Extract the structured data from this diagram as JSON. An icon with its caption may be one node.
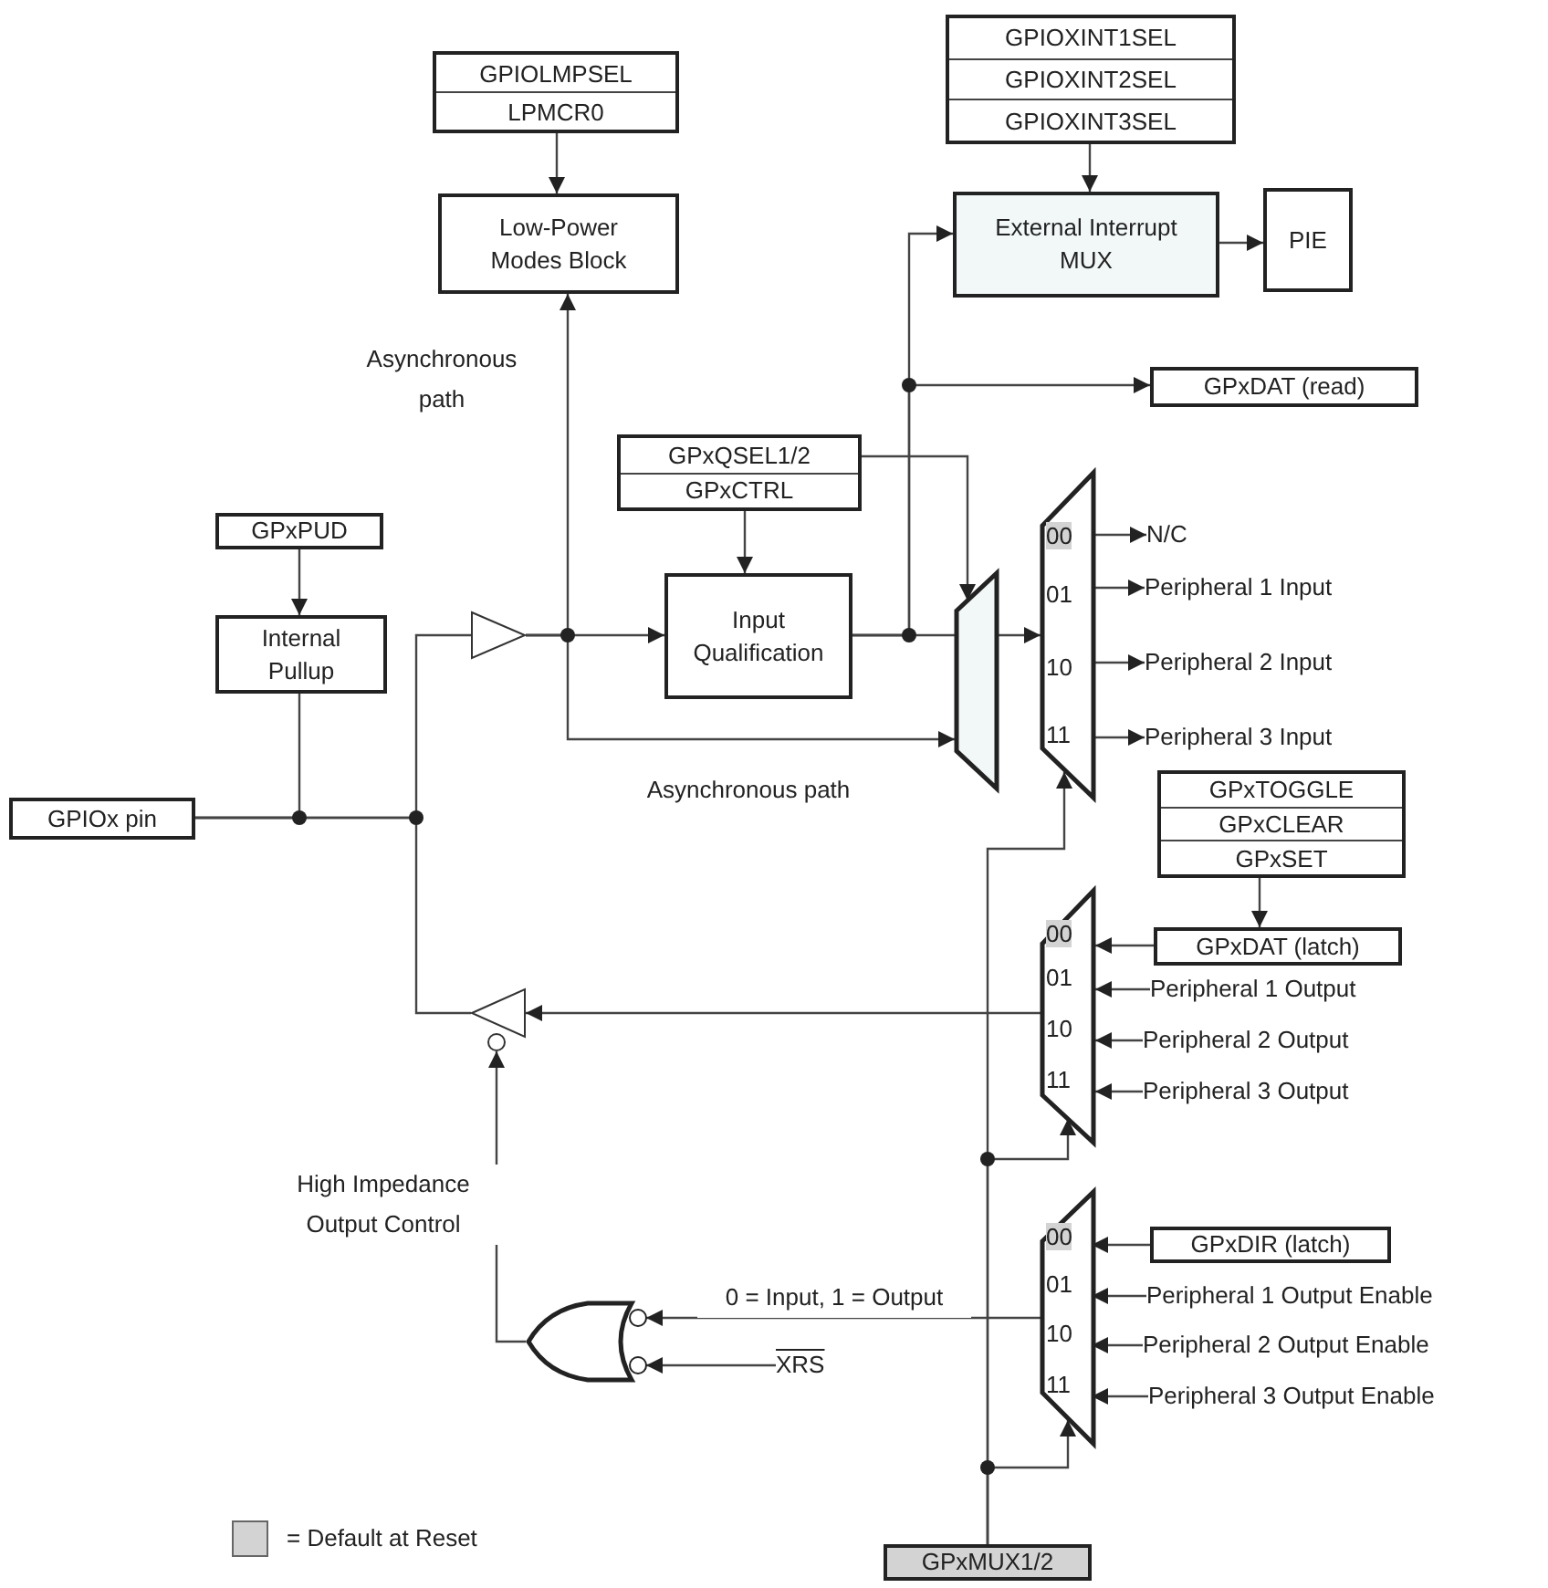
{
  "diagram": {
    "nodes": [
      {
        "text": [
          "GPIOLMPSEL",
          "LPMCR0"
        ]
      },
      {
        "text": [
          "Low-Power Modes Block"
        ]
      },
      {
        "text": [
          "GPIOXINT1SEL",
          "GPIOXINT2SEL",
          "GPIOXINT3SEL"
        ]
      },
      {
        "text": [
          "External Interrupt MUX"
        ]
      },
      {
        "text": [
          "PIE"
        ]
      },
      {
        "text": [
          "GPxDAT (read)"
        ]
      },
      {
        "text": [
          "GPxQSEL1/2",
          "GPxCTRL"
        ]
      },
      {
        "text": [
          "Input Qualification"
        ]
      },
      {
        "text": [
          "GPxPUD"
        ]
      },
      {
        "text": [
          "Internal Pullup"
        ]
      },
      {
        "text": [
          "GPIOx pin"
        ]
      },
      {
        "text": [],
        "shape": "triangle"
      },
      {
        "text": [],
        "shape": "trapezoid"
      },
      {
        "text": [
          "00",
          "01",
          "10",
          "11"
        ]
      },
      {
        "text": [
          "N/C"
        ]
      },
      {
        "text": [
          "Peripheral 1 Input"
        ]
      },
      {
        "text": [
          "Peripheral 2 Input"
        ]
      },
      {
        "text": [
          "Peripheral 3 Input"
        ]
      },
      {
        "text": [
          "GPxTOGGLE",
          "GPxCLEAR",
          "GPxSET"
        ]
      },
      {
        "text": [
          "GPxDAT (latch)"
        ]
      },
      {
        "text": [
          "00",
          "01",
          "10",
          "11"
        ]
      },
      {
        "text": [
          "Peripheral 1 Output"
        ]
      },
      {
        "text": [
          "Peripheral 2 Output"
        ]
      },
      {
        "text": [
          "Peripheral 3 Output"
        ]
      },
      {
        "text": [],
        "shape": "triangle"
      },
      {
        "text": [],
        "shape": "gate"
      },
      {
        "text": [
          "XRS"
        ]
      },
      {
        "text": [
          "00",
          "01",
          "10",
          "11"
        ]
      },
      {
        "text": [
          "GPxDIR (latch)"
        ]
      },
      {
        "text": [
          "Peripheral 1 Output Enable"
        ]
      },
      {
        "text": [
          "Peripheral 2 Output Enable"
        ]
      },
      {
        "text": [
          "Peripheral 3 Output Enable"
        ]
      },
      {
        "text": [
          "GPxMUX1/2"
        ]
      }
    ],
    "edges": [
      {
        "from": 0,
        "to": 1,
        "arrow": "to"
      },
      {
        "from": 2,
        "to": 3,
        "arrow": "to"
      },
      {
        "from": 3,
        "to": 4,
        "arrow": "to"
      },
      {
        "from": 6,
        "to": 7,
        "arrow": "to"
      },
      {
        "from": 6,
        "to": 12,
        "arrow": "to"
      },
      {
        "from": 8,
        "to": 9,
        "arrow": "to"
      },
      {
        "from": 9,
        "to": 10,
        "arrow": "none"
      },
      {
        "from": 10,
        "to": 11,
        "arrow": "none"
      },
      {
        "from": 24,
        "to": 10,
        "arrow": "none"
      },
      {
        "from": 11,
        "to": 1,
        "arrow": "to",
        "label": "Asynchronous path"
      },
      {
        "from": 11,
        "to": 7,
        "arrow": "to"
      },
      {
        "from": 11,
        "to": 12,
        "arrow": "to",
        "label": "Asynchronous path"
      },
      {
        "from": 7,
        "to": 12,
        "arrow": "none"
      },
      {
        "from": 7,
        "to": 3,
        "arrow": "to"
      },
      {
        "from": 7,
        "to": 5,
        "arrow": "to"
      },
      {
        "from": 12,
        "to": 13,
        "arrow": "to"
      },
      {
        "from": 13,
        "to": 14,
        "arrow": "to"
      },
      {
        "from": 13,
        "to": 15,
        "arrow": "to"
      },
      {
        "from": 13,
        "to": 16,
        "arrow": "to"
      },
      {
        "from": 13,
        "to": 17,
        "arrow": "to"
      },
      {
        "from": 32,
        "to": 13,
        "arrow": "to"
      },
      {
        "from": 32,
        "to": 20,
        "arrow": "to"
      },
      {
        "from": 32,
        "to": 27,
        "arrow": "to"
      },
      {
        "from": 18,
        "to": 19,
        "arrow": "to"
      },
      {
        "from": 19,
        "to": 20,
        "arrow": "to"
      },
      {
        "from": 21,
        "to": 20,
        "arrow": "to"
      },
      {
        "from": 22,
        "to": 20,
        "arrow": "to"
      },
      {
        "from": 23,
        "to": 20,
        "arrow": "to"
      },
      {
        "from": 20,
        "to": 24,
        "arrow": "to"
      },
      {
        "from": 28,
        "to": 27,
        "arrow": "to"
      },
      {
        "from": 29,
        "to": 27,
        "arrow": "to"
      },
      {
        "from": 30,
        "to": 27,
        "arrow": "to"
      },
      {
        "from": 31,
        "to": 27,
        "arrow": "to"
      },
      {
        "from": 27,
        "to": 25,
        "arrow": "to",
        "label": "0 = Input, 1 = Output"
      },
      {
        "from": 26,
        "to": 25,
        "arrow": "to"
      },
      {
        "from": 25,
        "to": 24,
        "arrow": "to",
        "label": "High Impedance Output Control"
      }
    ],
    "legend": [
      {
        "text": "= Default at Reset",
        "color": "#d3d3d3"
      }
    ]
  }
}
